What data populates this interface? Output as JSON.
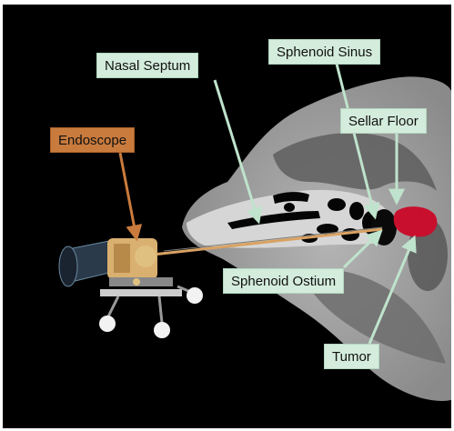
{
  "labels": {
    "nasal_septum": "Nasal Septum",
    "sphenoid_sinus": "Sphenoid Sinus",
    "sellar_floor": "Sellar Floor",
    "endoscope": "Endoscope",
    "sphenoid_ostium": "Sphenoid Ostium",
    "tumor": "Tumor"
  },
  "colors": {
    "background": "#000000",
    "label_fill": "#d4ecdc",
    "label_arrow": "#bfe3cc",
    "endoscope_label": "#c97b3d",
    "tumor": "#c8102e",
    "endoscope_shaft": "#d9a262"
  }
}
